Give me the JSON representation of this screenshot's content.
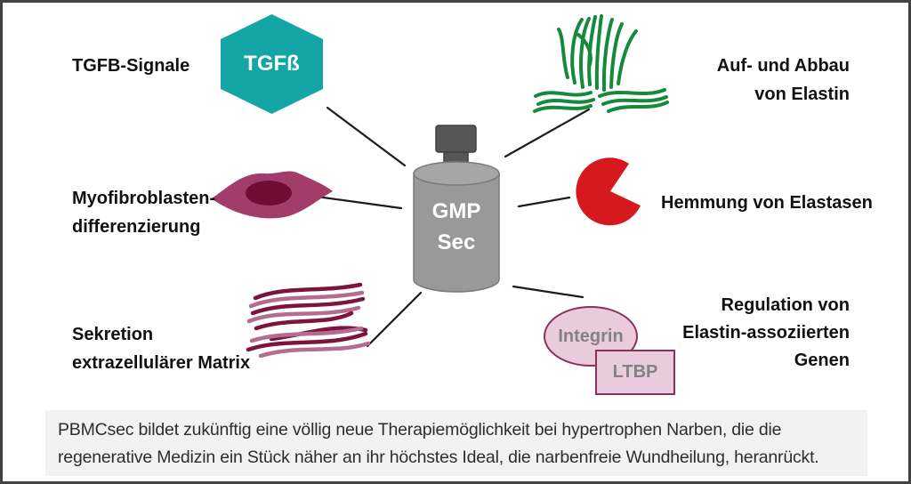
{
  "colors": {
    "teal": "#14a6a6",
    "cell_body": "#a23c6b",
    "cell_nucleus": "#6e0d36",
    "red": "#d6191f",
    "green": "#168a3c",
    "fiber_dark": "#7b153f",
    "fiber_light": "#b26d90",
    "pink_fill": "#e8cbdc",
    "pink_border": "#8f2e5e",
    "pink_text": "#828282",
    "bottle_body": "#999999",
    "bottle_top": "#a6a6a6",
    "bottle_outline": "#7a7a7a",
    "cap": "#565656",
    "cap_outline": "#3e3e3e",
    "line": "#1b1b1b",
    "label": "#111111",
    "summary_bg": "#f2f2f2",
    "summary_text": "#2d2d2d"
  },
  "center_vial": {
    "label_line1": "GMP",
    "label_line2": "Sec"
  },
  "nodes": {
    "tgfb": {
      "label": "TGFB-Signale",
      "hexagon_text": "TGFß",
      "icon": "tgfb-hexagon-icon"
    },
    "myofibroblast": {
      "label_line1": "Myofibroblasten-",
      "label_line2": "differenzierung",
      "icon": "myofibroblast-cell-icon"
    },
    "matrix": {
      "label_line1": "Sekretion",
      "label_line2": "extrazellulärer Matrix",
      "icon": "matrix-fibers-icon"
    },
    "elastin": {
      "label_line1": "Auf- und Abbau",
      "label_line2": "von Elastin",
      "icon": "elastin-fibers-icon"
    },
    "elastase": {
      "label": "Hemmung von Elastasen",
      "icon": "elastase-pacman-icon"
    },
    "regulation": {
      "label_line1": "Regulation von",
      "label_line2": "Elastin-assoziierten",
      "label_line3": "Genen",
      "ellipse_text": "Integrin",
      "rect_text": "LTBP"
    }
  },
  "summary": {
    "line1": "PBMCsec bildet zukünftig eine völlig neue Therapiemöglichkeit bei hypertrophen Narben, die die",
    "line2": "regenerative Medizin ein Stück näher an ihr höchstes Ideal, die narbenfreie Wundheilung, heranrückt."
  }
}
